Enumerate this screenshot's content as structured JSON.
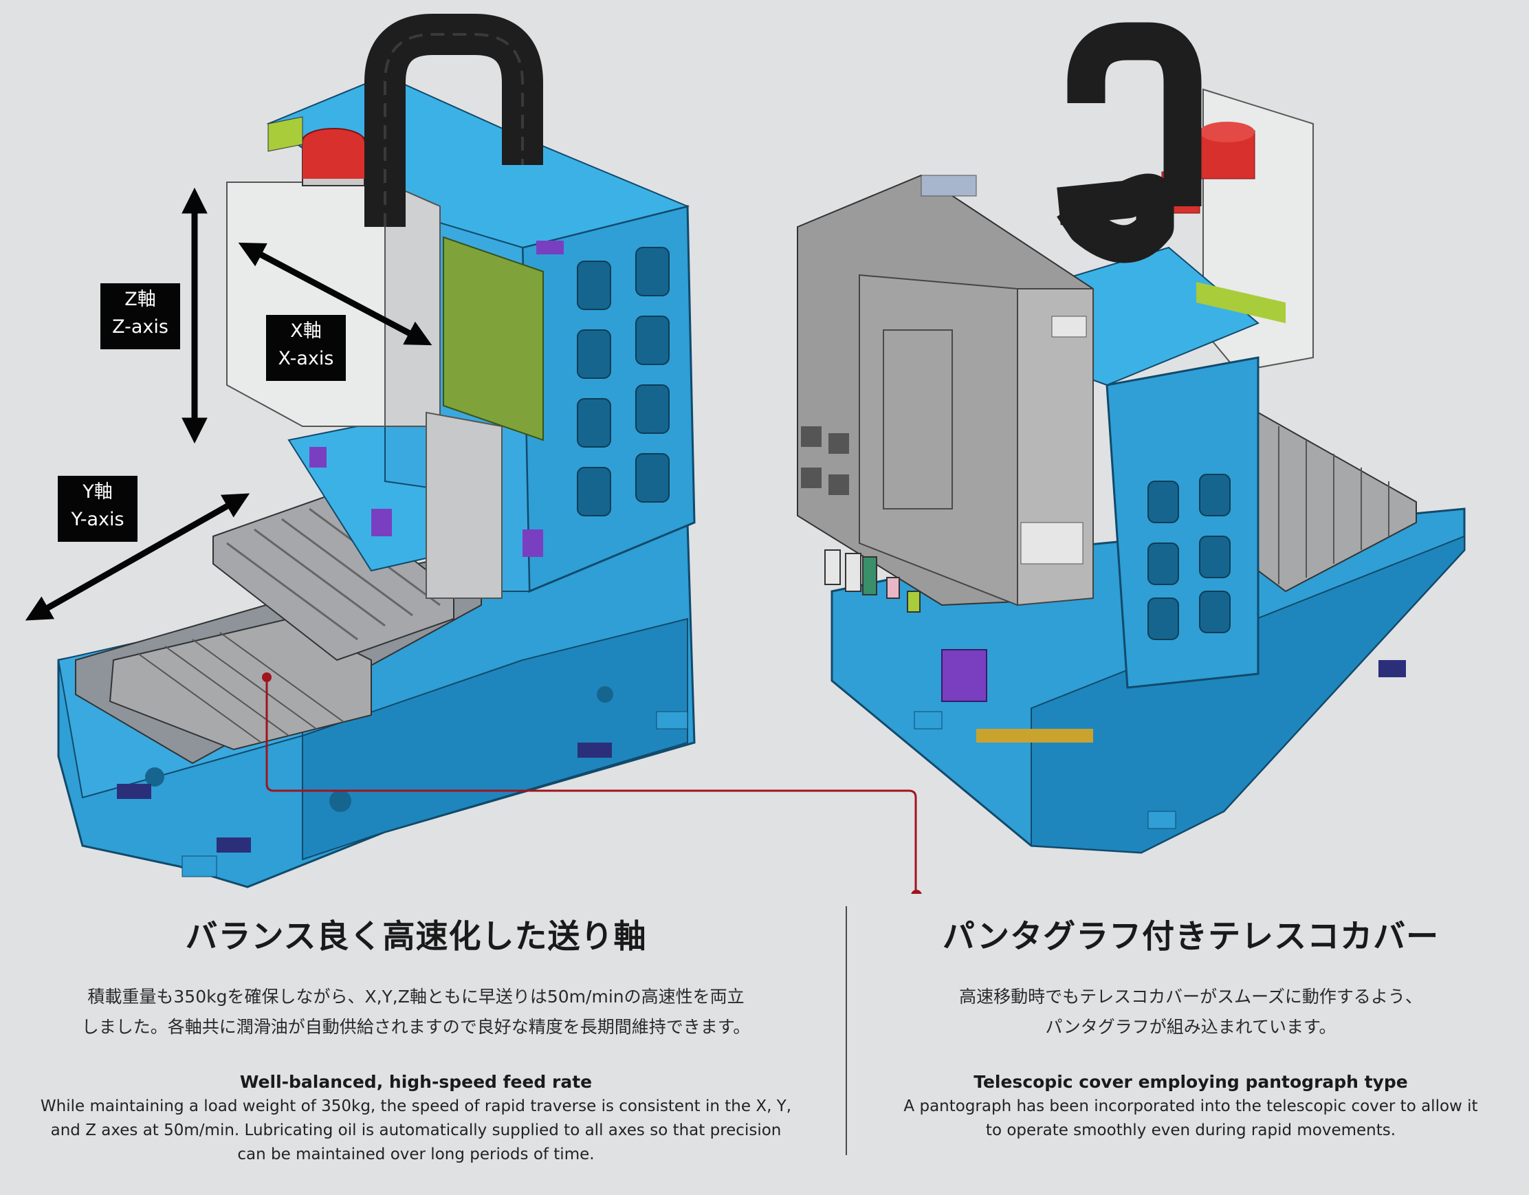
{
  "axes": {
    "z": {
      "jp": "Z軸",
      "en": "Z-axis"
    },
    "x": {
      "jp": "X軸",
      "en": "X-axis"
    },
    "y": {
      "jp": "Y軸",
      "en": "Y-axis"
    }
  },
  "left": {
    "heading_jp": "バランス良く高速化した送り軸",
    "body_jp_lines": [
      "積載重量も350kgを確保しながら、X,Y,Z軸ともに早送りは50m/minの高速性を両立",
      "しました。各軸共に潤滑油が自動供給されますので良好な精度を長期間維持できます。"
    ],
    "heading_en": "Well-balanced, high-speed feed rate",
    "body_en_lines": [
      "While maintaining a load weight of 350kg, the speed of rapid traverse is consistent in the X, Y,",
      "and Z axes at 50m/min. Lubricating oil is automatically supplied to all axes so that precision",
      "can be maintained over long periods of time."
    ]
  },
  "right": {
    "heading_jp": "パンタグラフ付きテレスコカバー",
    "body_jp_lines": [
      "高速移動時でもテレスコカバーがスムーズに動作するよう、",
      "パンタグラフが組み込まれています。"
    ],
    "heading_en": "Telescopic cover employing pantograph type",
    "body_en_lines": [
      "A pantograph has been incorporated into the telescopic cover to allow it",
      "to operate smoothly even during rapid movements."
    ]
  },
  "colors": {
    "background": "#e0e1e3",
    "machine_blue": "#2f9fd6",
    "machine_blue_dark": "#1d7fb3",
    "cable_black": "#1e1e1e",
    "motor_red": "#d8302c",
    "cover_gray": "#9b9b9b",
    "panel_green": "#7fa33a",
    "accent_purple": "#7a3fc0",
    "leader_red": "#a0141e"
  }
}
